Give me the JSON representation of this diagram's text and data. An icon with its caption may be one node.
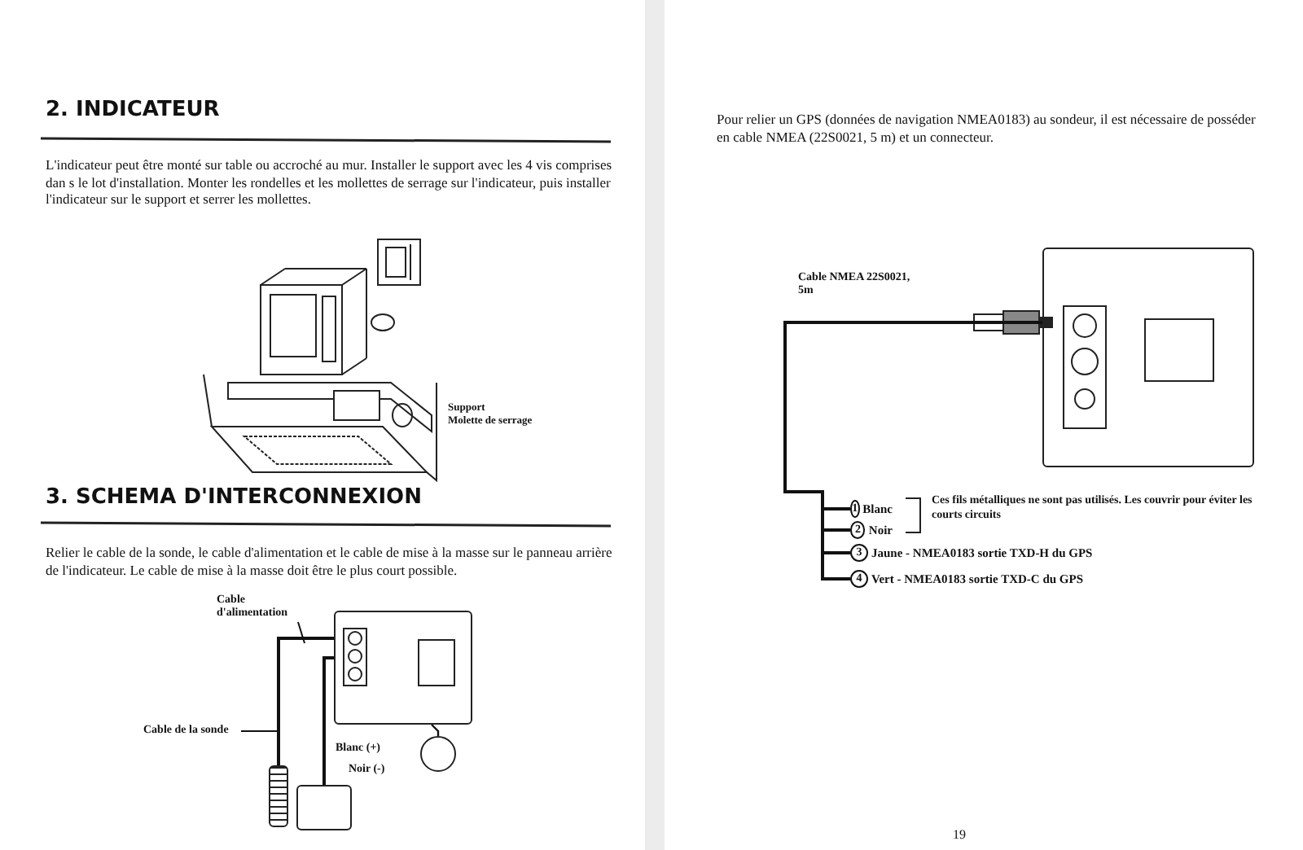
{
  "diagram": {
    "nodes": [
      {
        "text": [],
        "shape": "box"
      },
      {
        "text": [],
        "shape": "circle"
      },
      {
        "text": [],
        "shape": "box"
      },
      {
        "text": [],
        "shape": "picture"
      },
      {
        "text": [
          "Cable d'alimentation"
        ]
      },
      {
        "text": [
          "Cable de la sonde"
        ]
      },
      {
        "text": [],
        "shape": "box"
      },
      {
        "text": [
          "Cable NMEA 22S0021, 5m"
        ]
      },
      {
        "text": [
          "1",
          "Blanc"
        ]
      },
      {
        "text": [
          "2",
          "Noir"
        ]
      },
      {
        "text": [
          "3",
          "Jaune - NMEA0183 sortie TXD-H du GPS"
        ]
      },
      {
        "text": [
          "4",
          "Vert - NMEA0183 sortie TXD-C du GPS"
        ]
      }
    ],
    "edges": [
      {
        "from": 3,
        "to": 0,
        "arrow": "none"
      },
      {
        "from": 2,
        "to": 0,
        "arrow": "none"
      },
      {
        "from": 1,
        "to": 0,
        "arrow": "none"
      },
      {
        "from": 4,
        "to": null,
        "arrow": "none"
      },
      {
        "from": 5,
        "to": null,
        "arrow": "none"
      },
      {
        "from": 6,
        "to": 8,
        "arrow": "none"
      },
      {
        "from": 6,
        "to": 9,
        "arrow": "none"
      },
      {
        "from": 6,
        "to": 10,
        "arrow": "none"
      },
      {
        "from": 6,
        "to": 11,
        "arrow": "none"
      }
    ],
    "labels": [
      "2. INDICATEUR",
      "L'indicateur peut être monté sur table ou accroché au mur. Installer le support avec les 4 vis comprises dan s le lot d'installation. Monter les rondelles et les mollettes de serrage sur l'indicateur, puis installer l'indicateur sur le support et serrer les mollettes.",
      "Support",
      "Molette de serrage",
      "3. SCHEMA D'INTERCONNEXION",
      "Relier le cable de la sonde, le cable d'alimentation et le cable de mise à la masse sur le panneau arrière de l'indicateur. Le cable de mise à la masse doit être le plus court possible.",
      "Blanc (+)",
      "Noir (-)",
      "Pour relier un GPS (données de navigation NMEA0183) au sondeur, il est nécessaire de posséder en cable NMEA (22S0021, 5 m) et un connecteur.",
      "Ces fils métalliques ne sont pas utilisés. Les couvrir pour éviter les courts circuits",
      "19"
    ]
  }
}
